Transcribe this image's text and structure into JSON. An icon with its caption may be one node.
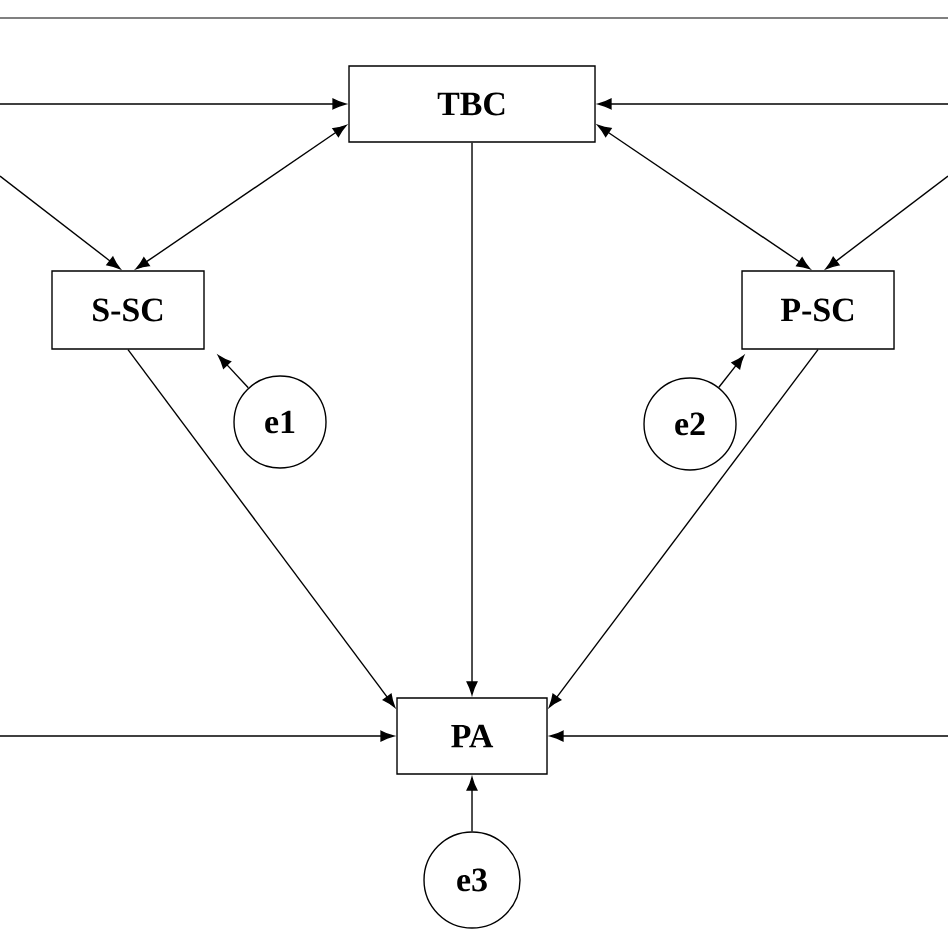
{
  "diagram": {
    "nodes": [
      {
        "text": [
          "TBC"
        ]
      },
      {
        "text": [
          "S-SC"
        ]
      },
      {
        "text": [
          "P-SC"
        ]
      },
      {
        "text": [
          "PA"
        ]
      },
      {
        "text": [
          "e1"
        ]
      },
      {
        "text": [
          "e2"
        ]
      },
      {
        "text": [
          "e3"
        ]
      }
    ],
    "edges": [
      {
        "from": null,
        "to": 0,
        "arrow": "to"
      },
      {
        "from": null,
        "to": 0,
        "arrow": "to"
      },
      {
        "from": null,
        "to": 1,
        "arrow": "to"
      },
      {
        "from": null,
        "to": 2,
        "arrow": "to"
      },
      {
        "from": 0,
        "to": 1,
        "arrow": "both"
      },
      {
        "from": 0,
        "to": 2,
        "arrow": "both"
      },
      {
        "from": 0,
        "to": 3,
        "arrow": "to"
      },
      {
        "from": 1,
        "to": 3,
        "arrow": "to"
      },
      {
        "from": 2,
        "to": 3,
        "arrow": "to"
      },
      {
        "from": 4,
        "to": 1,
        "arrow": "to"
      },
      {
        "from": 5,
        "to": 2,
        "arrow": "to"
      },
      {
        "from": 6,
        "to": 3,
        "arrow": "to"
      },
      {
        "from": null,
        "to": 3,
        "arrow": "to"
      },
      {
        "from": null,
        "to": 3,
        "arrow": "to"
      }
    ]
  }
}
